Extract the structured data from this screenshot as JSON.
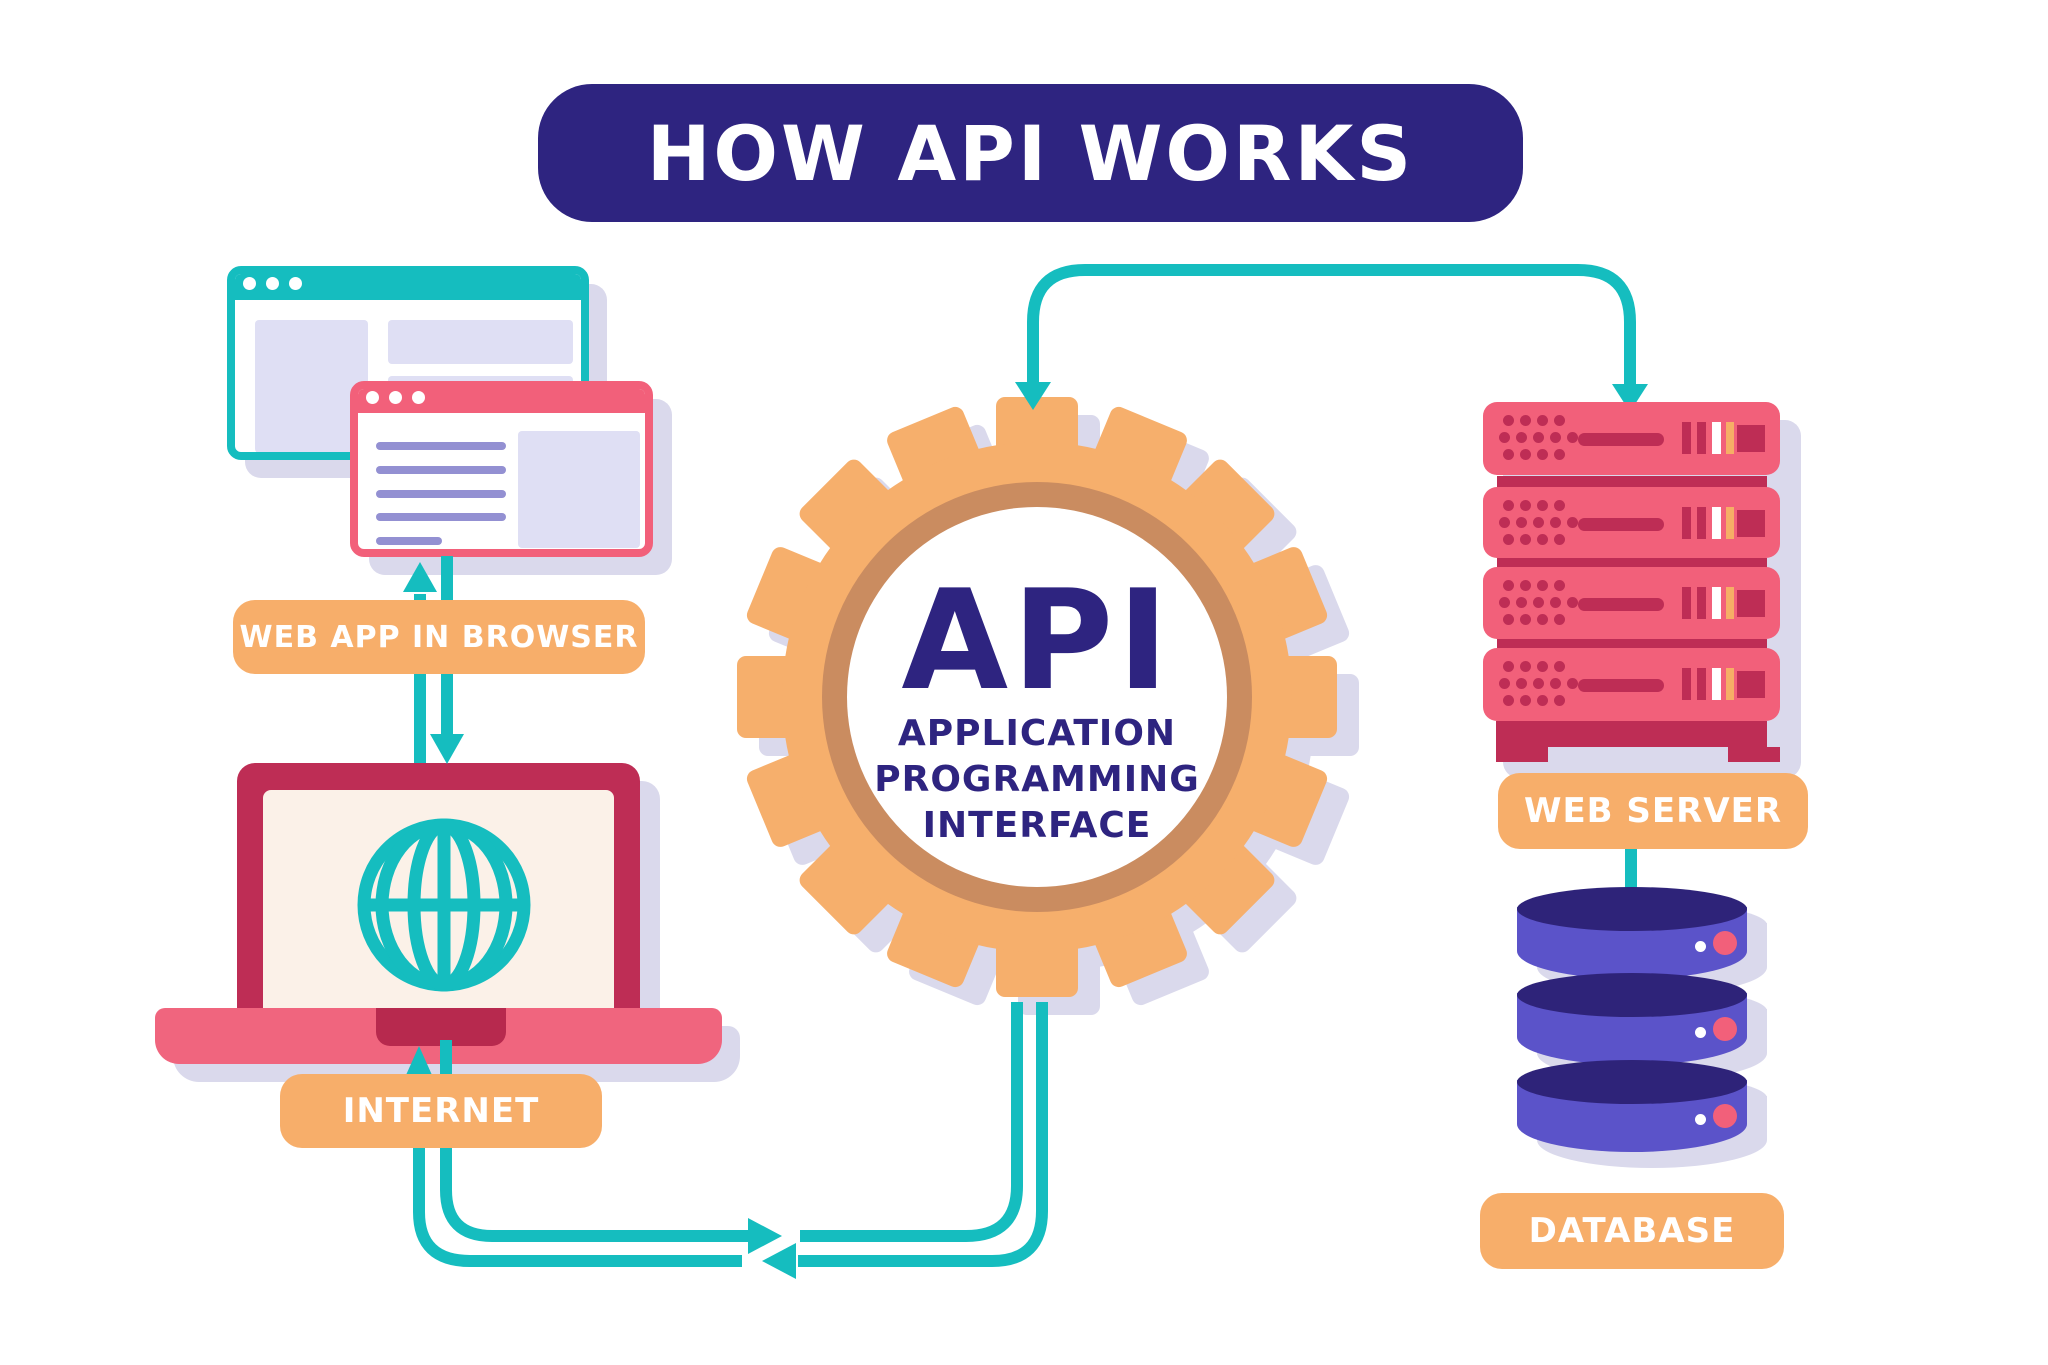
{
  "title": {
    "text": "HOW API WORKS"
  },
  "api_gear": {
    "acronym": "API",
    "subtitle_lines": [
      "APPLICATION",
      "PROGRAMMING",
      "INTERFACE"
    ]
  },
  "labels": {
    "web_app": "WEB APP IN BROWSER",
    "internet": "INTERNET",
    "web_server": "WEB SERVER",
    "database": "DATABASE"
  },
  "icons": {
    "browser_back": "browser-window-icon",
    "browser_front": "browser-window-icon",
    "globe": "globe-icon",
    "laptop": "laptop-icon",
    "gear": "gear-icon",
    "server": "server-rack-icon",
    "database": "database-cylinders-icon",
    "flow": "flow-arrow-icon"
  },
  "colors": {
    "teal": "#15BDBF",
    "orange": "#F7AE6A",
    "indigo": "#2E2480",
    "pink": "#F2607A",
    "dark_red": "#BE2D55",
    "laptop_base_pink": "#F0657E",
    "cream": "#FBF1E8",
    "gear_orange": "#F6AF6C",
    "gear_ring_tan": "#CA8C60",
    "shadow_lavender": "#DAD9EC",
    "content_lavender": "#DFDFF4",
    "line_purple": "#9390D2",
    "db_purple": "#5B53C9",
    "db_top_indigo": "#2E2379",
    "led_orange": "#F6AE66",
    "white": "#FFFFFF"
  }
}
